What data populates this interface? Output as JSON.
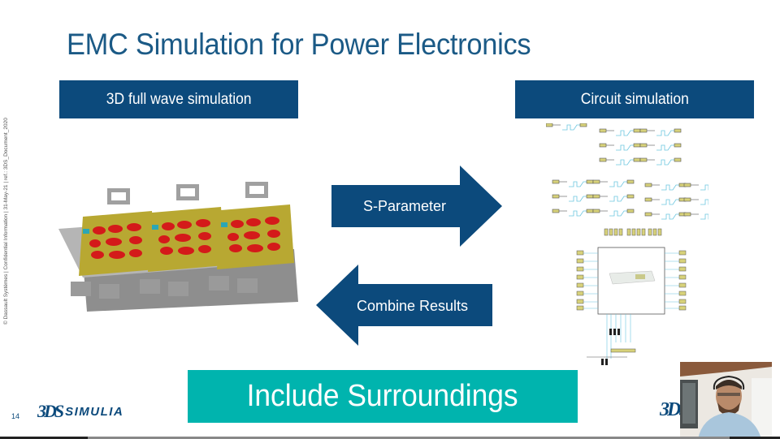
{
  "slide": {
    "title": "EMC Simulation for Power Electronics",
    "page_number": "14",
    "sidebar_text": "© Dassault Systèmes | Confidential Information | 31-May-21 | ref.: 3DS_Document_2020",
    "left_header": "3D full wave simulation",
    "right_header": "Circuit simulation",
    "arrow_forward_label": "S-Parameter",
    "arrow_back_label": "Combine Results",
    "banner_label": "Include Surroundings",
    "logo": {
      "mark": "3DS",
      "wordmark": "SIMULIA"
    },
    "colors": {
      "navy": "#0c4a7c",
      "teal": "#00b4ae",
      "title": "#1b5a86"
    }
  },
  "images": {
    "left": "3d-power-module-model",
    "right": "circuit-schematic"
  },
  "webcam": {
    "label": "presenter-video"
  }
}
